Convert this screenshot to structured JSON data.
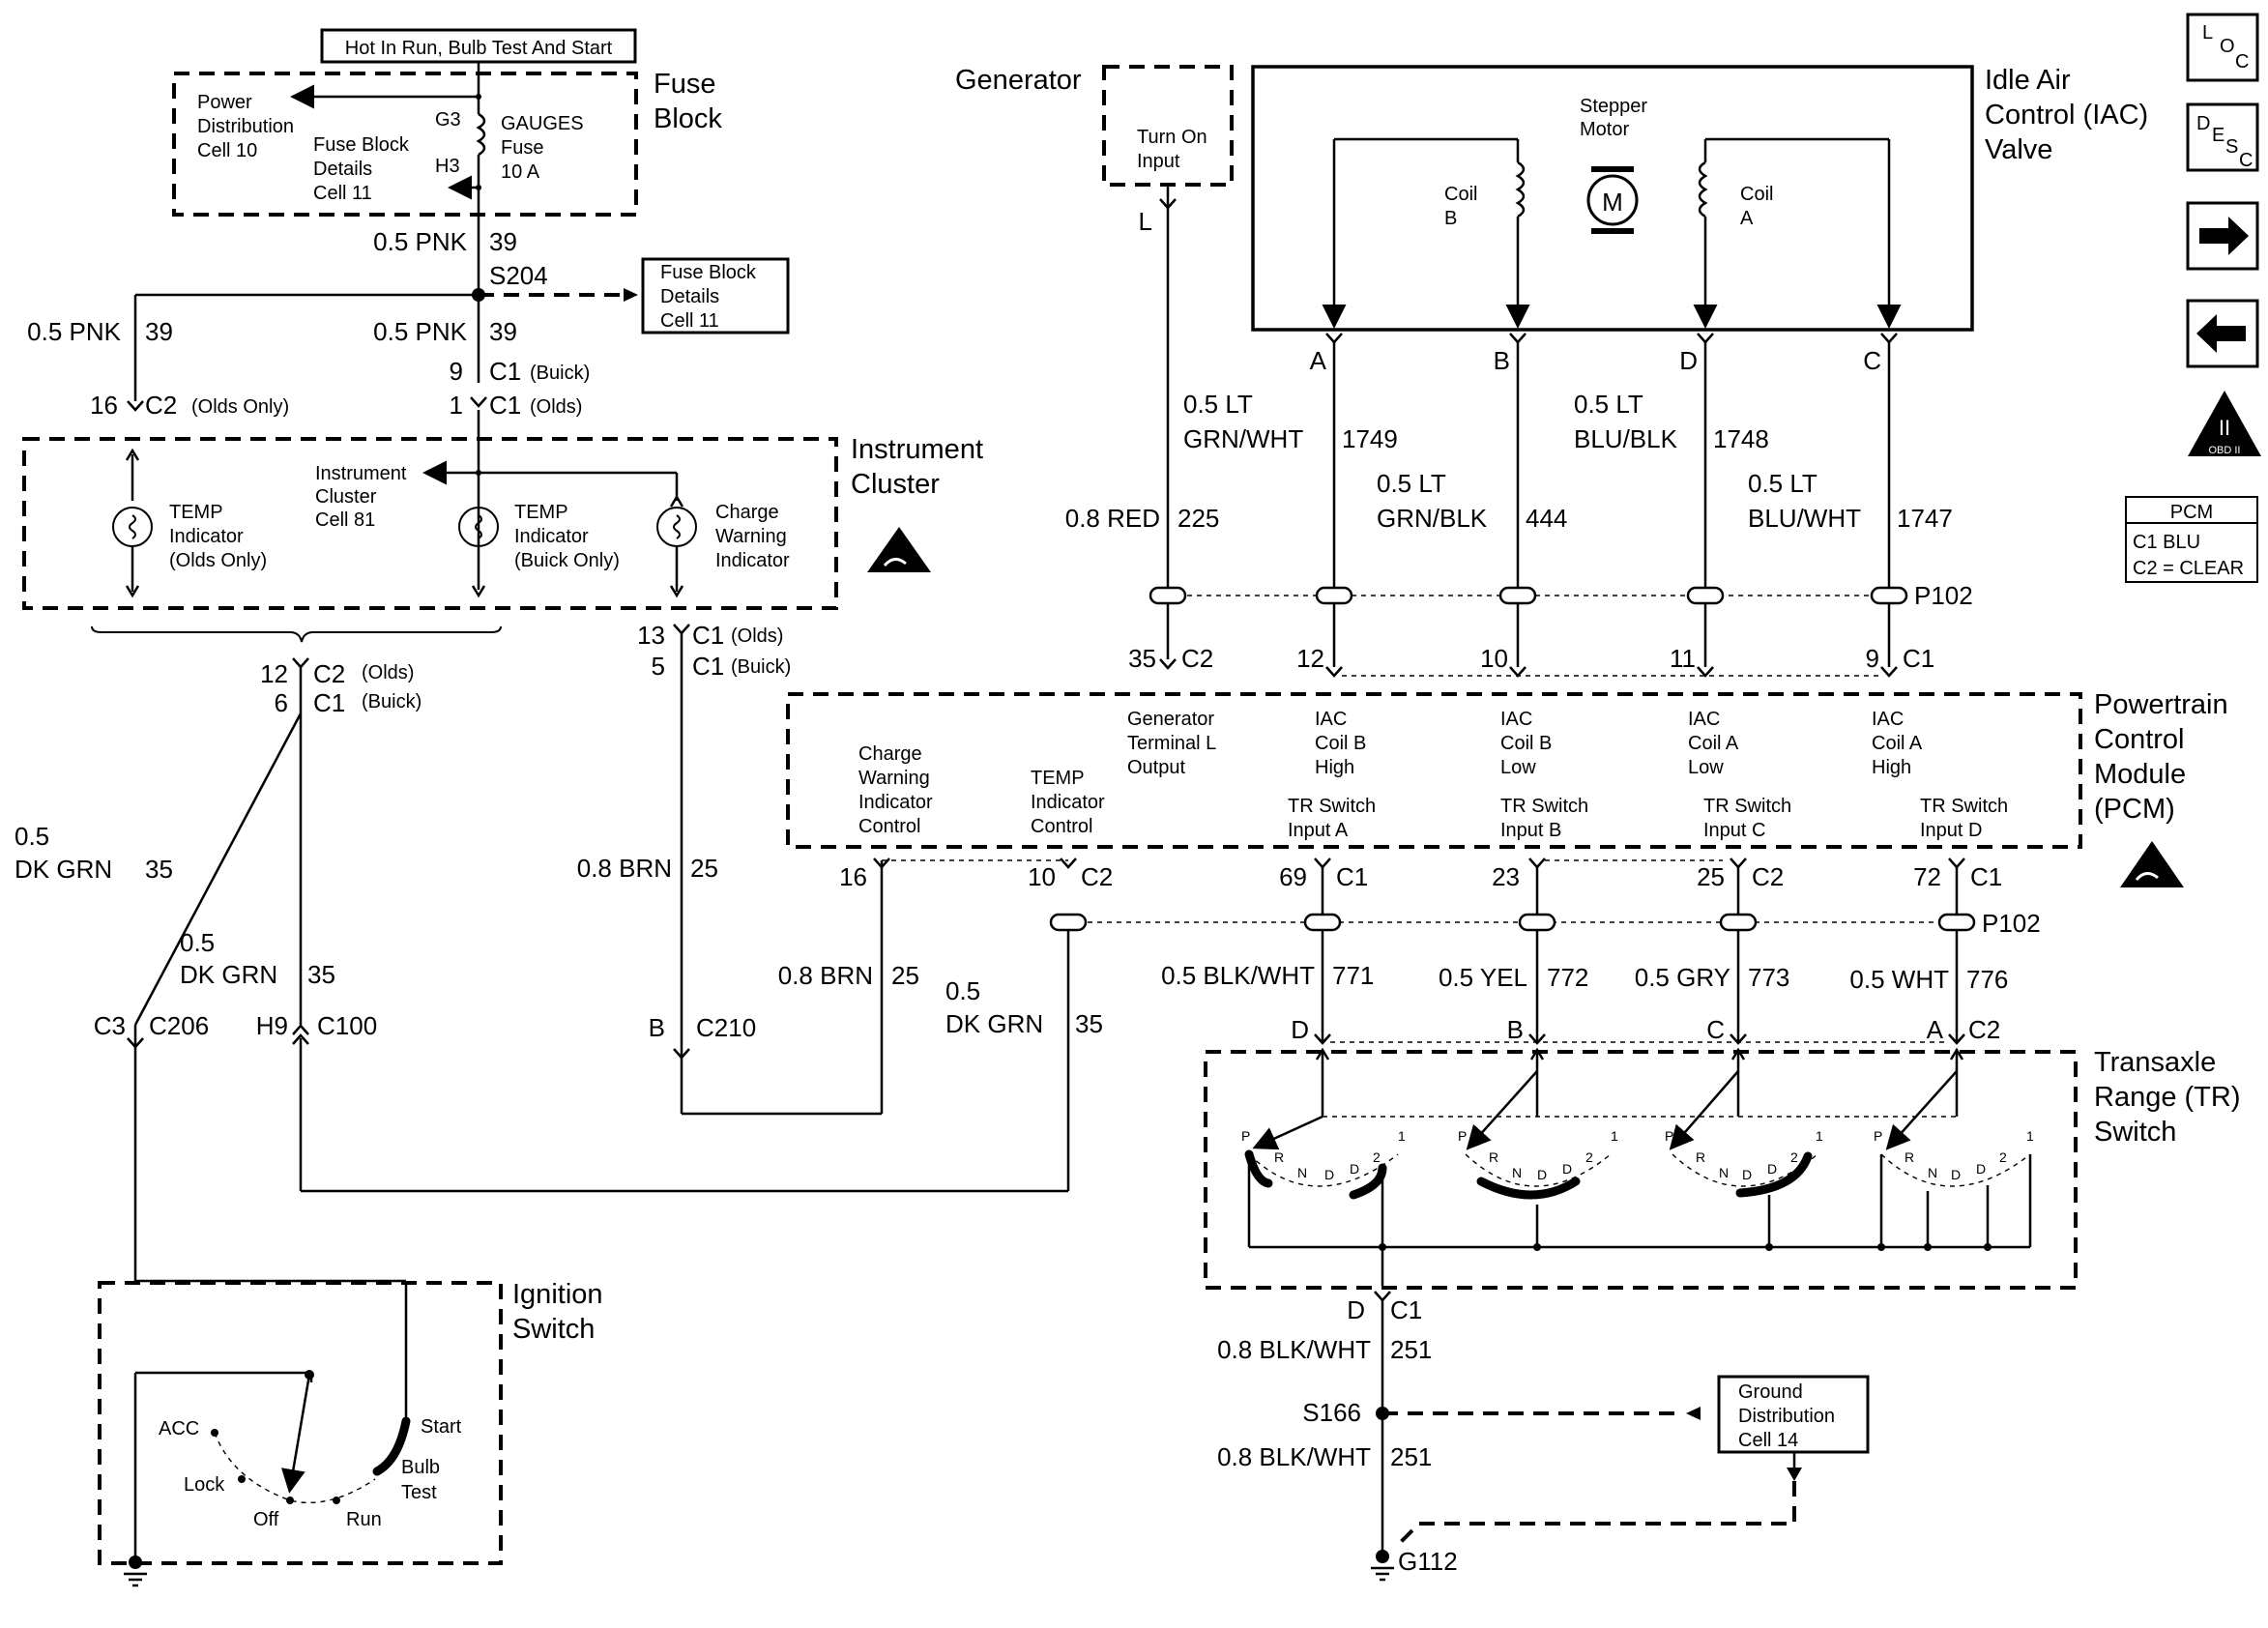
{
  "fuse_block": {
    "hot_label": "Hot In Run, Bulb Test And Start",
    "title_1": "Fuse",
    "title_2": "Block",
    "power_dist": [
      "Power",
      "Distribution",
      "Cell 10"
    ],
    "fb_details": [
      "Fuse Block",
      "Details",
      "Cell 11"
    ],
    "g3": "G3",
    "h3": "H3",
    "fuse": [
      "GAUGES",
      "Fuse",
      "10 A"
    ]
  },
  "s204": {
    "wire_top": "0.5 PNK",
    "circ_top": "39",
    "name": "S204",
    "wire_left": "0.5 PNK",
    "circ_left": "39",
    "wire_right": "0.5 PNK",
    "circ_right": "39",
    "details_box": [
      "Fuse Block",
      "Details",
      "Cell 11"
    ]
  },
  "cluster_conn": {
    "left_pin": "16",
    "left_conn": "C2",
    "left_note": "(Olds Only)",
    "buick_pin": "9",
    "buick_conn": "C1",
    "buick_note": "(Buick)",
    "olds_pin": "1",
    "olds_conn": "C1",
    "olds_note": "(Olds)"
  },
  "instrument_cluster": {
    "title_1": "Instrument",
    "title_2": "Cluster",
    "ref": [
      "Instrument",
      "Cluster",
      "Cell 81"
    ],
    "temp_olds": [
      "TEMP",
      "Indicator",
      "(Olds Only)"
    ],
    "temp_buick": [
      "TEMP",
      "Indicator",
      "(Buick Only)"
    ],
    "charge": [
      "Charge",
      "Warning",
      "Indicator"
    ]
  },
  "cluster_bottom": {
    "p12": "12",
    "c2": "C2",
    "olds": "(Olds)",
    "p6": "6",
    "c1": "C1",
    "buick": "(Buick)",
    "p13": "13",
    "c1a": "C1",
    "oldsa": "(Olds)",
    "p5": "5",
    "c1b": "C1",
    "buicka": "(Buick)"
  },
  "left_wires": {
    "w1_a": "0.5",
    "w1_b": "DK GRN",
    "w1_c": "35",
    "w2_a": "0.5",
    "w2_b": "DK GRN",
    "w2_c": "35",
    "w3_b": "0.8 BRN",
    "w3_c": "25",
    "c3": "C3",
    "c206": "C206",
    "h9": "H9",
    "c100": "C100",
    "b": "B",
    "c210": "C210",
    "w4_b": "0.8 BRN",
    "w4_c": "25",
    "w5_a": "0.5",
    "w5_b": "DK GRN",
    "w5_c": "35"
  },
  "ignition": {
    "title_1": "Ignition",
    "title_2": "Switch",
    "acc": "ACC",
    "lock": "Lock",
    "off": "Off",
    "run": "Run",
    "start": "Start",
    "bulb": "Bulb",
    "test": "Test"
  },
  "generator": {
    "title": "Generator",
    "input": [
      "Turn On",
      "Input"
    ],
    "pin": "L"
  },
  "iac": {
    "title": [
      "Idle Air",
      "Control (IAC)",
      "Valve"
    ],
    "stepper": [
      "Stepper",
      "Motor"
    ],
    "motor": "M",
    "coil_b": [
      "Coil",
      "B"
    ],
    "coil_a": [
      "Coil",
      "A"
    ],
    "pins": [
      "A",
      "B",
      "D",
      "C"
    ]
  },
  "iac_wires": {
    "red": "0.8 RED",
    "red_c": "225",
    "gw_a": "0.5 LT",
    "gw_b": "GRN/WHT",
    "gw_c": "1749",
    "gb_a": "0.5 LT",
    "gb_b": "GRN/BLK",
    "gb_c": "444",
    "bb_a": "0.5 LT",
    "bb_b": "BLU/BLK",
    "bb_c": "1748",
    "bw_a": "0.5 LT",
    "bw_b": "BLU/WHT",
    "bw_c": "1747",
    "p102": "P102"
  },
  "pcm_top": {
    "p35": "35",
    "c2": "C2",
    "p12": "12",
    "p10": "10",
    "p11": "11",
    "p9": "9",
    "c1": "C1"
  },
  "pcm": {
    "title": [
      "Powertrain",
      "Control",
      "Module",
      "(PCM)"
    ],
    "charge": [
      "Charge",
      "Warning",
      "Indicator",
      "Control"
    ],
    "temp": [
      "TEMP",
      "Indicator",
      "Control"
    ],
    "gen": [
      "Generator",
      "Terminal L",
      "Output"
    ],
    "iac1": [
      "IAC",
      "Coil B",
      "High"
    ],
    "iac2": [
      "IAC",
      "Coil B",
      "Low"
    ],
    "iac3": [
      "IAC",
      "Coil A",
      "Low"
    ],
    "iac4": [
      "IAC",
      "Coil A",
      "High"
    ],
    "tr1": [
      "TR Switch",
      "Input A"
    ],
    "tr2": [
      "TR Switch",
      "Input B"
    ],
    "tr3": [
      "TR Switch",
      "Input C"
    ],
    "tr4": [
      "TR Switch",
      "Input D"
    ]
  },
  "pcm_bottom": {
    "p16": "16",
    "p10": "10",
    "c2": "C2",
    "p69": "69",
    "c1": "C1",
    "p23": "23",
    "p25": "25",
    "c2b": "C2",
    "p72": "72",
    "c1b": "C1",
    "p102": "P102"
  },
  "tr_wires": {
    "w1": "0.5 BLK/WHT",
    "c1": "771",
    "w2": "0.5 YEL",
    "c2": "772",
    "w3": "0.5 GRY",
    "c3": "773",
    "w4": "0.5 WHT",
    "c4": "776",
    "pd": "D",
    "pb": "B",
    "pc": "C",
    "pa": "A",
    "conn": "C2"
  },
  "tr_switch": {
    "title": [
      "Transaxle",
      "Range (TR)",
      "Switch"
    ],
    "positions": [
      "P",
      "R",
      "N",
      "D",
      "D",
      "2",
      "1"
    ]
  },
  "ground": {
    "pin": "D",
    "conn": "C1",
    "w1": "0.8 BLK/WHT",
    "c1": "251",
    "splice": "S166",
    "w2": "0.8 BLK/WHT",
    "c2": "251",
    "box": [
      "Ground",
      "Distribution",
      "Cell 14"
    ],
    "g112": "G112"
  },
  "nav": {
    "loc": [
      "L",
      "O",
      "C"
    ],
    "desc": [
      "D",
      "E",
      "S",
      "C"
    ],
    "obd": "II",
    "obd_small": "OBD II",
    "legend_title": "PCM",
    "legend_1": "C1   BLU",
    "legend_2": "C2 = CLEAR"
  }
}
